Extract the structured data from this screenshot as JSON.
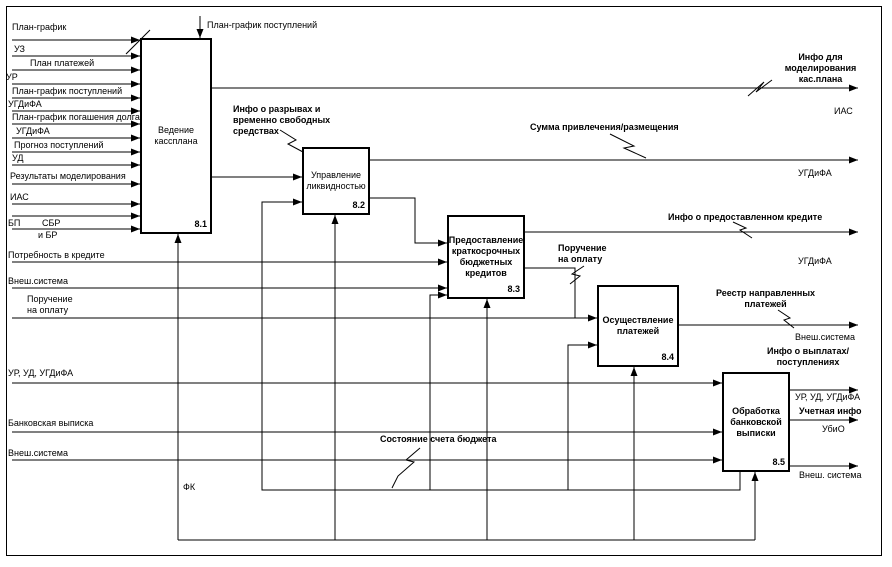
{
  "boxes": [
    {
      "label": "Ведение кассплана",
      "number": "8.1"
    },
    {
      "label": "Управление ликвидностью",
      "number": "8.2"
    },
    {
      "label": "Предоставление краткосрочных бюджетных кредитов",
      "number": "8.3"
    },
    {
      "label": "Осуществление платежей",
      "number": "8.4"
    },
    {
      "label": "Обработка банковской выписки",
      "number": "8.5"
    }
  ],
  "labels": {
    "plan_grafik": "План-график",
    "uz": "УЗ",
    "plan_platezhey": "План платежей",
    "ur": "УР",
    "plan_grafik_postupleniy": "План-график поступлений",
    "ugdifa_1": "УГДиФА",
    "plan_grafik_pogasheniya": "План-график погашения долга",
    "ugdifa_2": "УГДиФА",
    "prognoz_postupleniy": "Прогноз поступлений",
    "ud": "УД",
    "rezultaty_modelirovaniya": "Результаты моделирования",
    "ias_left": "ИАС",
    "bp": "БП",
    "sbr": "СБР",
    "i_br": "и БР",
    "potrebnost_v_kredite": "Потребность в кредите",
    "vnesh_sistema_left_1": "Внеш.система",
    "poruchenie_na_oplatu_left": "Поручение на оплату",
    "ur_ud_ugdifa_left": "УР, УД, УГДиФА",
    "bankovskaya_vypiska": "Банковская выписка",
    "vnesh_sistema_left_2": "Внеш.система",
    "plan_grafik_postupleniy_top": "План-график поступлений",
    "info_o_razryvah": "Инфо о разрывах и временно свободных средствах",
    "summa_privlecheniya": "Сумма привлечения/размещения",
    "info_o_kredite": "Инфо о предоставленном кредите",
    "poruchenie_na_oplatu_mid": "Поручение на оплату",
    "reestr_platezhey": "Реестр направленных платежей",
    "sostoyanie_scheta": "Состояние счета бюджета",
    "fk": "ФК",
    "info_dlya_modelirovaniya": "Инфо для моделирования кас.плана",
    "ias_right": "ИАС",
    "ugdifa_right_1": "УГДиФА",
    "ugdifa_right_2": "УГДиФА",
    "vnesh_sistema_right_1": "Внеш.система",
    "info_o_vyplatah": "Инфо о выплатах/поступлениях",
    "ur_ud_ugdifa_right": "УР, УД, УГДиФА",
    "uchetnaya_info": "Учетная инфо",
    "ubio": "УбиО",
    "vnesh_sistema_right_2": "Внеш. система"
  }
}
